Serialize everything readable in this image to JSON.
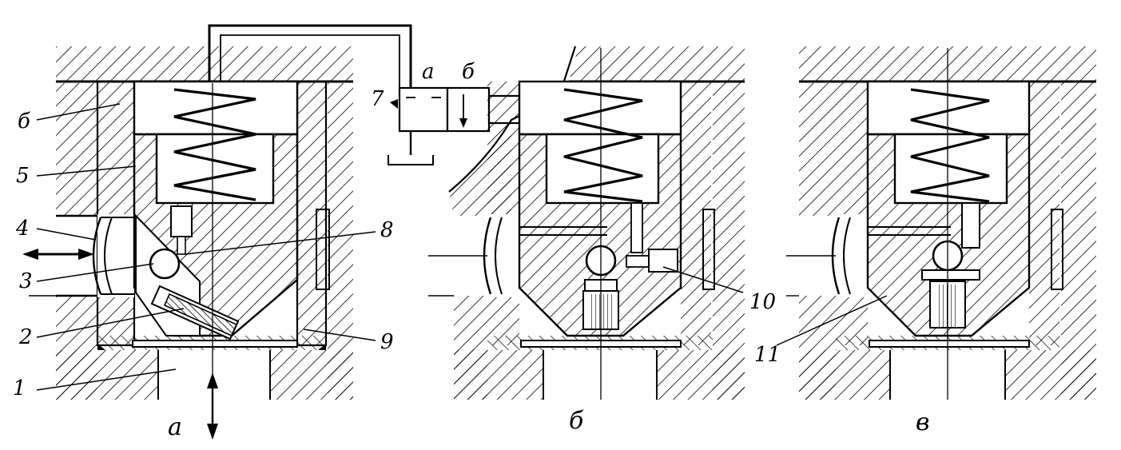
{
  "views": [
    {
      "id": "a",
      "caption": "а"
    },
    {
      "id": "b",
      "caption": "б"
    },
    {
      "id": "v",
      "caption": "в"
    }
  ],
  "labels": {
    "l1": "1",
    "l2": "2",
    "l3": "3",
    "l4": "4",
    "l5": "5",
    "l6": "б",
    "l7": "7",
    "l8": "8",
    "l9": "9",
    "l10": "10",
    "l11": "11"
  },
  "valve": {
    "pos_a": "а",
    "pos_b": "б"
  }
}
